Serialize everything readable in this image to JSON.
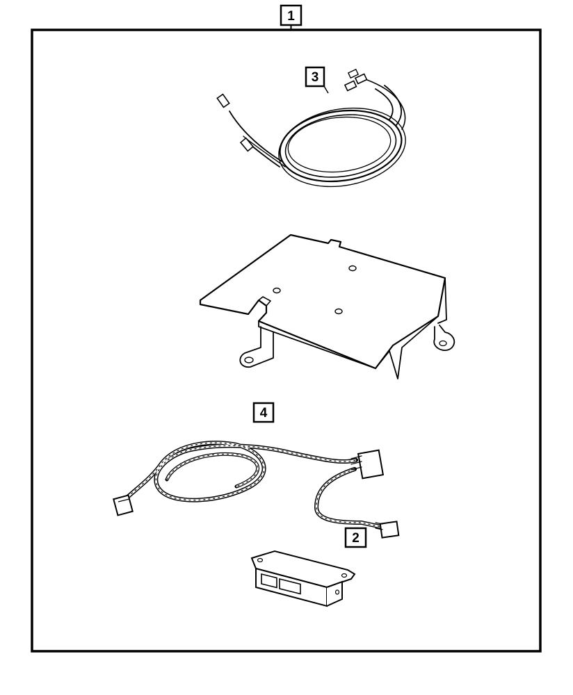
{
  "callouts": {
    "kit": "1",
    "module": "2",
    "antenna_cable": "3",
    "wiring_harness": "4"
  },
  "colors": {
    "line": "#000000",
    "background": "#ffffff"
  }
}
